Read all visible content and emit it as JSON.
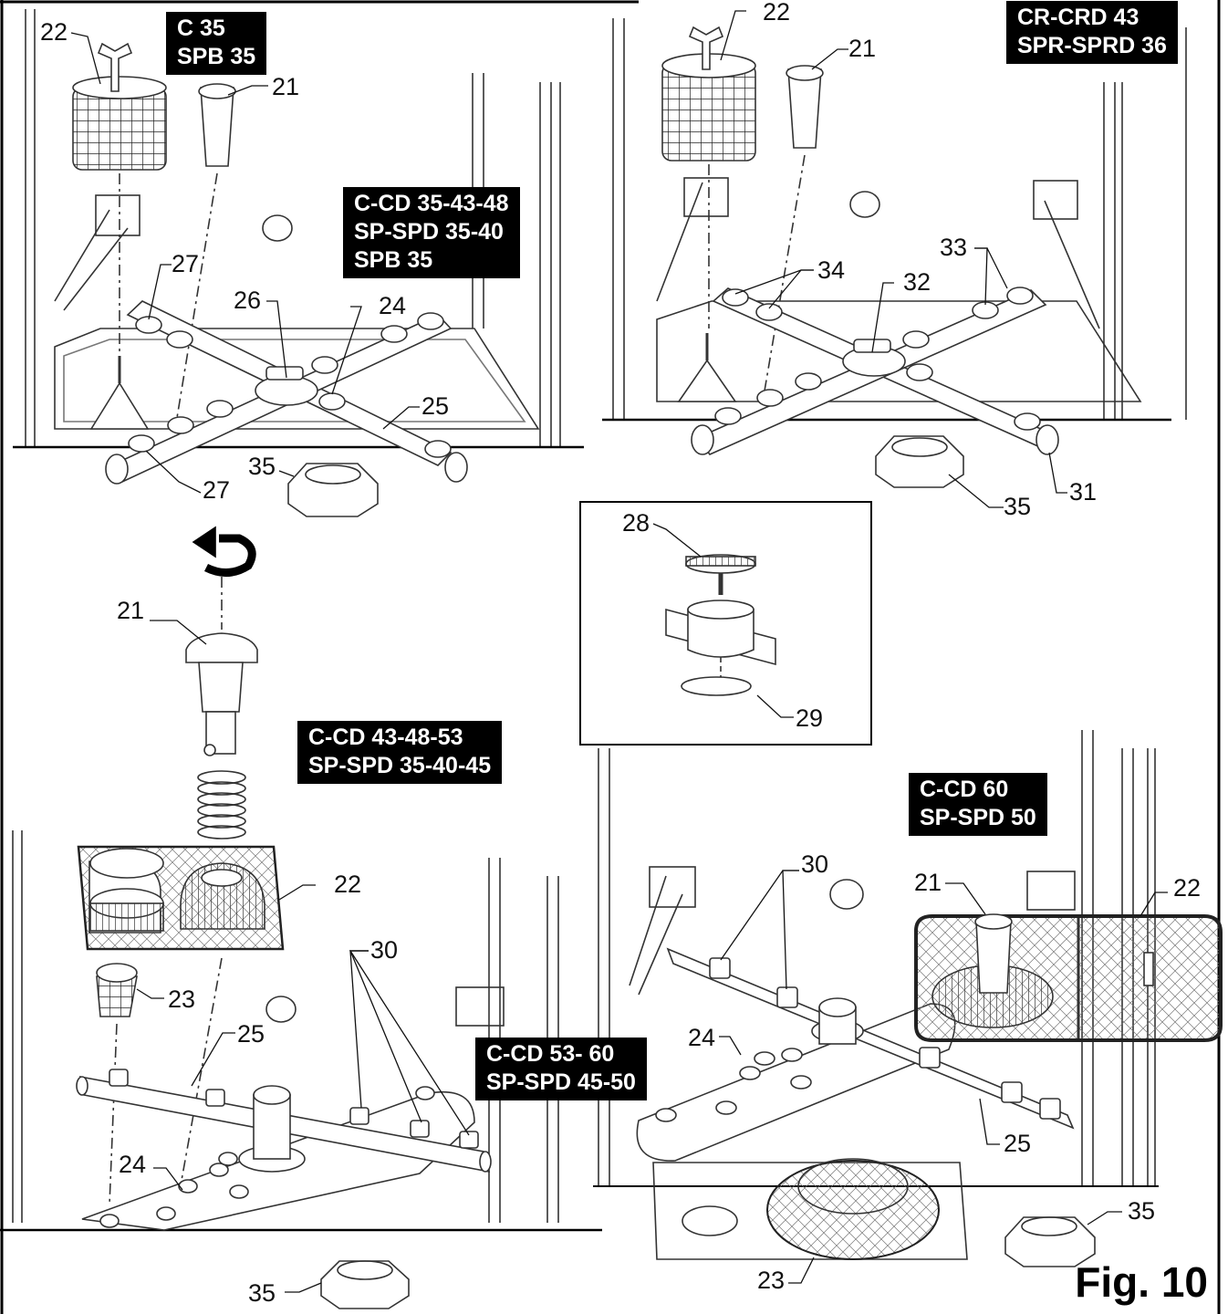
{
  "figure_label": "Fig. 10",
  "model_boxes": [
    {
      "id": "c35-spb35",
      "lines": [
        "C 35",
        "SPB 35"
      ]
    },
    {
      "id": "crcrd43-sprsprd36",
      "lines": [
        "CR-CRD 43",
        "SPR-SPRD 36"
      ]
    },
    {
      "id": "ccd35-43-48",
      "lines": [
        "C-CD 35-43-48",
        "SP-SPD 35-40",
        "SPB 35"
      ]
    },
    {
      "id": "ccd43-48-53",
      "lines": [
        "C-CD 43-48-53",
        "SP-SPD 35-40-45"
      ]
    },
    {
      "id": "ccd60-spspd50",
      "lines": [
        "C-CD 60",
        "SP-SPD 50"
      ]
    },
    {
      "id": "ccd53-60",
      "lines": [
        "C-CD 53- 60",
        "SP-SPD 45-50"
      ]
    }
  ],
  "callouts": {
    "tl": [
      "22",
      "21",
      "27",
      "26",
      "24",
      "25",
      "27",
      "35"
    ],
    "tr": [
      "22",
      "21",
      "33",
      "34",
      "32",
      "35",
      "31"
    ],
    "ml": [
      "21"
    ],
    "inset": [
      "28",
      "29"
    ],
    "bl": [
      "22",
      "30",
      "23",
      "25",
      "24",
      "35"
    ],
    "br": [
      "30",
      "21",
      "22",
      "24",
      "25",
      "35",
      "23"
    ]
  }
}
